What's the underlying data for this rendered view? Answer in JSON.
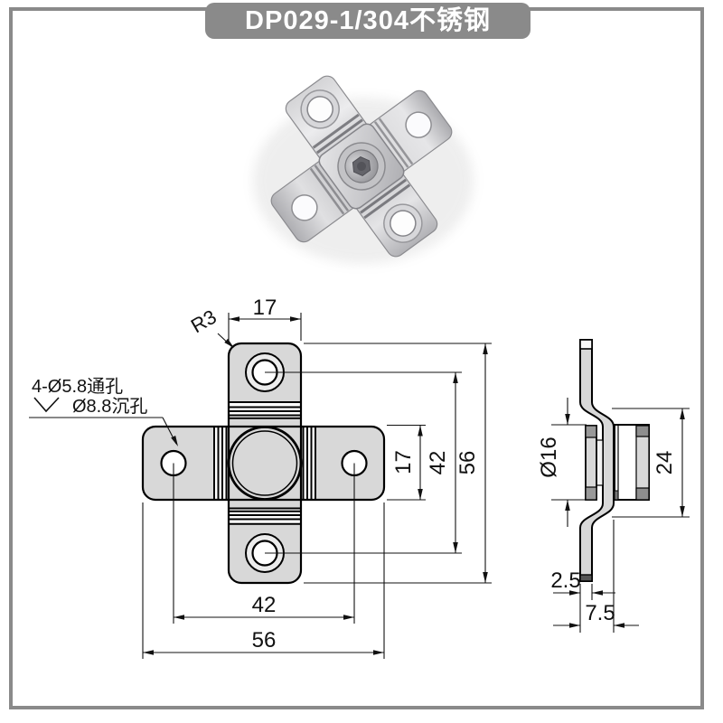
{
  "banner": {
    "title": "DP029-1/304不锈钢"
  },
  "colors": {
    "frame_gray": "#8a8a8a",
    "part_fill": "#d8d8d8",
    "line_black": "#000000"
  },
  "photo": {
    "subject_icon": "cross-bracket-photo"
  },
  "front_view": {
    "dim_top_width": "17",
    "corner_radius_label": "R3",
    "hole_note_line1": "4-Ø5.8通孔",
    "hole_note_line2": "Ø8.8沉孔",
    "dim_arm_height": "17",
    "dim_hole_pitch_vertical": "42",
    "dim_overall_height": "56",
    "dim_hole_pitch_horizontal": "42",
    "dim_overall_width": "56"
  },
  "side_view": {
    "dim_boss_diameter": "Ø16",
    "dim_body_height": "24",
    "dim_plate_thickness": "2.5",
    "dim_overall_depth": "7.5"
  }
}
